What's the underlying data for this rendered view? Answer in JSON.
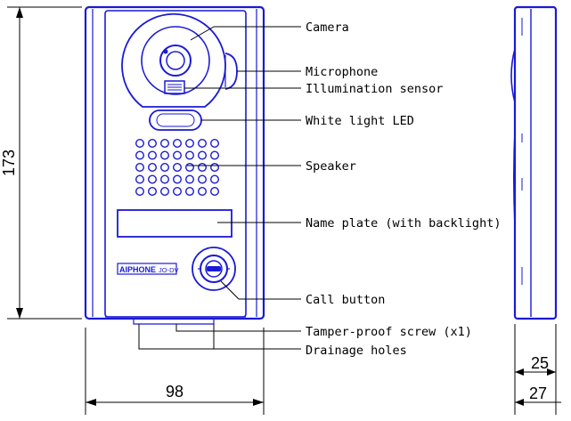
{
  "dimensions": {
    "height": "173",
    "width": "98",
    "depth_inner": "25",
    "depth_outer": "27"
  },
  "brand_plate": {
    "brand": "AIPHONE",
    "model": "JO-DV"
  },
  "callouts": [
    {
      "key": "camera",
      "label": "Camera"
    },
    {
      "key": "microphone",
      "label": "Microphone"
    },
    {
      "key": "illumination",
      "label": "Illumination sensor"
    },
    {
      "key": "led",
      "label": "White light LED"
    },
    {
      "key": "speaker",
      "label": "Speaker"
    },
    {
      "key": "nameplate",
      "label": "Name plate (with backlight)"
    },
    {
      "key": "call",
      "label": "Call button"
    },
    {
      "key": "screw",
      "label": "Tamper-proof screw (x1)"
    },
    {
      "key": "drain",
      "label": "Drainage holes"
    }
  ],
  "colors": {
    "outline": "#1a1ad6",
    "dimension": "#000000"
  }
}
